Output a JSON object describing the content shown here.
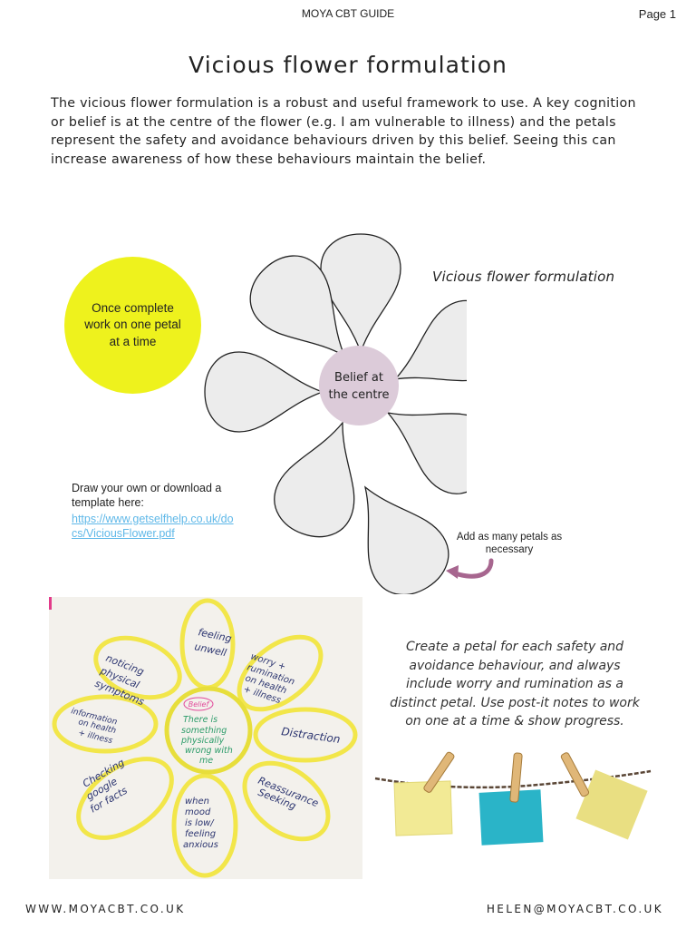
{
  "header": {
    "title": "MOYA CBT GUIDE",
    "page": "Page 1"
  },
  "title": "Vicious flower formulation",
  "intro": "The vicious flower formulation is a robust and useful framework to use. A key cognition or belief is at the centre of the flower (e.g. I am vulnerable to illness) and the petals represent the safety and avoidance behaviours driven by this belief. Seeing this can increase awareness of how these behaviours maintain the belief.",
  "yellow_note": "Once complete work on one petal at a time",
  "flower": {
    "heading": "Vicious flower formulation",
    "centre_label_line1": "Belief at",
    "centre_label_line2": "the centre"
  },
  "draw": {
    "text": "Draw your own or download a template here:",
    "link": "https://www.getselfhelp.co.uk/docs/ViciousFlower.pdf"
  },
  "add_petals": "Add as many petals as necessary",
  "photo": {
    "belief_tag": "Belief",
    "centre_line1": "There is",
    "centre_line2": "something",
    "centre_line3": "physically",
    "centre_line4": "wrong with",
    "centre_line5": "me",
    "petals": [
      {
        "line1": "feeling",
        "line2": "unwell"
      },
      {
        "line1": "worry +",
        "line2": "rumination",
        "line3": "on health",
        "line4": "+ illness"
      },
      {
        "line1": "Distraction"
      },
      {
        "line1": "Reassurance",
        "line2": "Seeking"
      },
      {
        "line1": "when",
        "line2": "mood",
        "line3": "is low/",
        "line4": "feeling",
        "line5": "anxious"
      },
      {
        "line1": "Checking",
        "line2": "google",
        "line3": "for facts"
      },
      {
        "line1": "information",
        "line2": "on health",
        "line3": "+ illness"
      },
      {
        "line1": "noticing",
        "line2": "physical",
        "line3": "symptoms"
      }
    ]
  },
  "create_text": "Create a petal for each safety and avoidance behaviour, and always include worry and rumination as a distinct petal. Use post-it notes to work on one at a time & show progress.",
  "footer": {
    "website": "WWW.MOYACBT.CO.UK",
    "email": "HELEN@MOYACBT.CO.UK"
  },
  "colors": {
    "yellow_note": "#eef21d",
    "petal_fill": "#ececec",
    "centre_fill": "#dccbd9",
    "arrow": "#a7668f",
    "link": "#5fb8e8",
    "note_yellow": "#f2ea95",
    "note_teal": "#2ab4c8",
    "note_pale": "#e9df82"
  }
}
